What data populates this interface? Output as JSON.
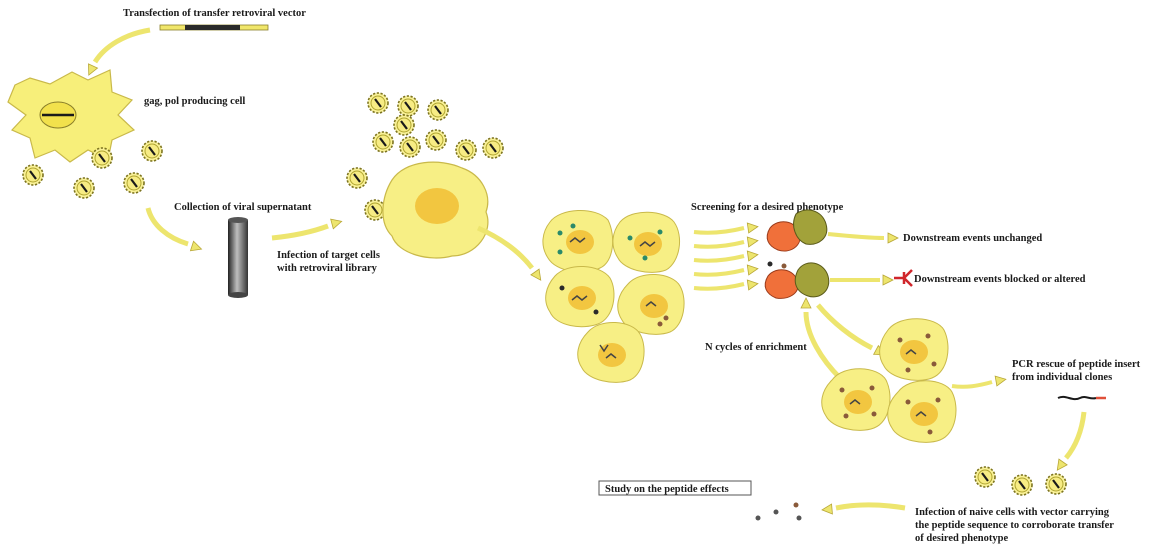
{
  "labels": {
    "transfection": "Transfection of transfer retroviral vector",
    "producing_cell": "gag, pol producing cell",
    "collection": "Collection of viral supernatant",
    "infection_line1": "Infection of target cells",
    "infection_line2": "with retroviral library",
    "screening": "Screening for a desired phenotype",
    "downstream_unchanged": "Downstream events unchanged",
    "downstream_blocked": "Downstream events blocked or altered",
    "enrichment": "N cycles of enrichment",
    "pcr_line1": "PCR rescue of peptide insert",
    "pcr_line2": "from individual clones",
    "study": "Study on the peptide effects",
    "naive_line1": "Infection of naive cells with vector carrying",
    "naive_line2": "the peptide sequence to corroborate transfer",
    "naive_line3": "of desired phenotype"
  },
  "colors": {
    "cell_fill": "#f7ef85",
    "cell_stroke": "#c9b94a",
    "nucleus": "#f2c640",
    "arrow": "#ede56e",
    "virus": "#b8ad33",
    "receptor_orange": "#f0703a",
    "receptor_olive": "#a2a23a",
    "inhibitor": "#d0262b"
  }
}
